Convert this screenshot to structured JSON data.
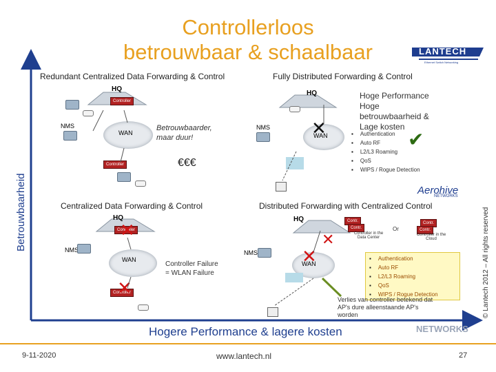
{
  "title": {
    "line1": "Controllerloos",
    "line2": "betrouwbaar & schaalbaar"
  },
  "brand": {
    "name": "LANTECH",
    "tagline": "Ethernet Switch Networking"
  },
  "y_axis_label": "Betrouwbaarheid",
  "copyright": "© Lantech 2012 – All rights reserved",
  "q1": {
    "header": "Redundant Centralized Data Forwarding & Control",
    "hq": "HQ",
    "nms": "NMS",
    "wan": "WAN",
    "controller": "Controller",
    "text1": "Betrouwbaarder,",
    "text2": "maar duur!",
    "cost": "€€€"
  },
  "q2": {
    "header": "Fully Distributed Forwarding & Control",
    "hq": "HQ",
    "nms": "NMS",
    "wan": "WAN",
    "hp_lines": [
      "Hoge Performance",
      "Hoge",
      "betrouwbaarheid &",
      "Lage kosten"
    ],
    "features": [
      "Authentication",
      "Auto RF",
      "L2/L3 Roaming",
      "QoS",
      "WIPS / Rogue Detection"
    ],
    "vendor": "Aerohive",
    "vendor_sub": "NETWORKS"
  },
  "q3": {
    "header": "Centralized Data Forwarding & Control",
    "hq": "HQ",
    "nms": "NMS",
    "wan": "WAN",
    "controller": "Controller",
    "failure1": "Controller Failure",
    "failure2": "= WLAN Failure"
  },
  "q4": {
    "header": "Distributed Forwarding with Centralized Control",
    "hq": "HQ",
    "nms": "NMS",
    "wan": "WAN",
    "ctrl_short": "Contr.",
    "or": "Or",
    "dc1": "Controller in the",
    "dc2": "Data Center",
    "cl1": "Controller in the",
    "cl2": "Cloud",
    "features": [
      "Authentication",
      "Auto RF",
      "L2/L3 Roaming",
      "QoS",
      "WIPS / Rogue Detection"
    ],
    "note_lines": [
      "Verlies van controller betekend dat",
      "AP's dure alleenstaande AP's",
      "worden"
    ],
    "vendor_sub": "NETWORKS"
  },
  "bottom_label": "Hogere Performance & lagere kosten",
  "footer": {
    "date": "9-11-2020",
    "url": "www.lantech.nl",
    "page": "27"
  },
  "colors": {
    "title": "#e8a020",
    "axis": "#1f3f8f",
    "red": "#d01414",
    "controller": "#b22222",
    "check": "#2d6b12",
    "aerohive_green": "#6b8e23"
  }
}
